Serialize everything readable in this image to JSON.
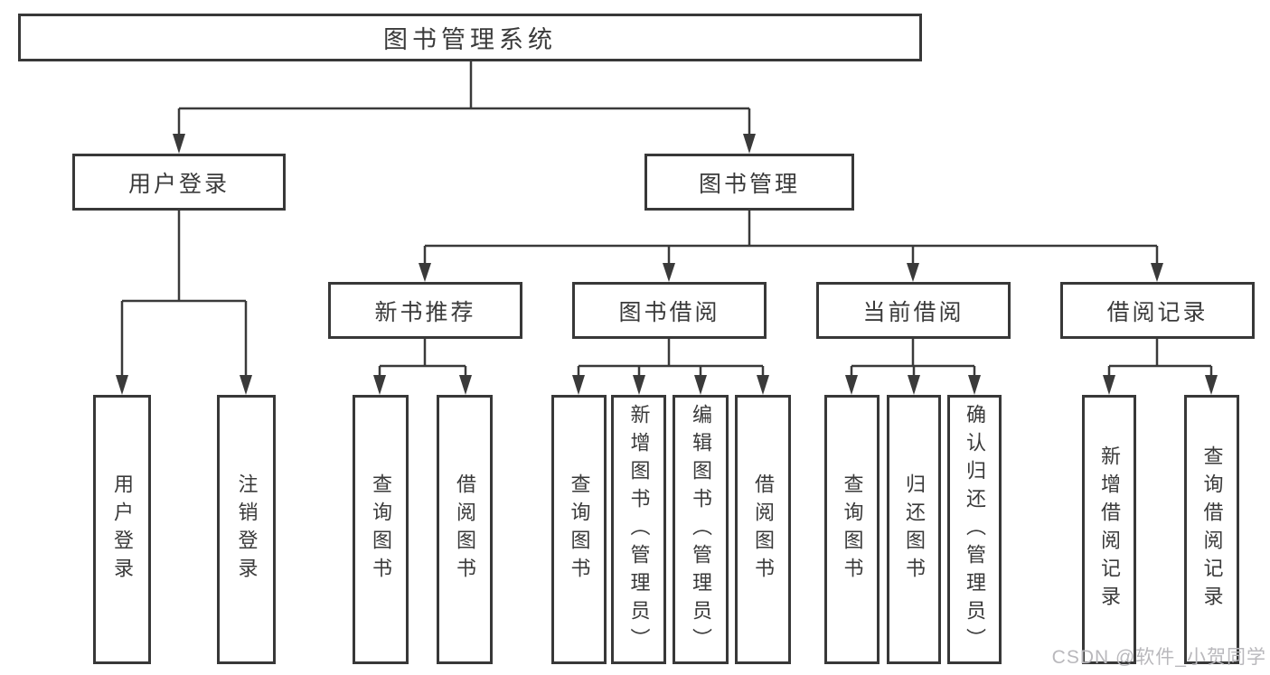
{
  "diagram": {
    "root": {
      "label": "图书管理系统"
    },
    "branches": [
      {
        "label": "用户登录",
        "children": [
          {
            "label": "用户登录"
          },
          {
            "label": "注销登录"
          }
        ]
      },
      {
        "label": "图书管理",
        "children": [
          {
            "label": "新书推荐",
            "children": [
              {
                "label": "查询图书"
              },
              {
                "label": "借阅图书"
              }
            ]
          },
          {
            "label": "图书借阅",
            "children": [
              {
                "label": "查询图书"
              },
              {
                "label": "新增图书（管理员）"
              },
              {
                "label": "编辑图书（管理员）"
              },
              {
                "label": "借阅图书"
              }
            ]
          },
          {
            "label": "当前借阅",
            "children": [
              {
                "label": "查询图书"
              },
              {
                "label": "归还图书"
              },
              {
                "label": "确认归还（管理员）"
              }
            ]
          },
          {
            "label": "借阅记录",
            "children": [
              {
                "label": "新增借阅记录"
              },
              {
                "label": "查询借阅记录"
              }
            ]
          }
        ]
      }
    ]
  },
  "watermark": {
    "text": "CSDN @软件_小贺同学"
  },
  "colors": {
    "line": "#3a3a3a",
    "border": "#383838",
    "box_bg": "#ffffff",
    "text": "#3a3a3a",
    "watermark": "#b9b8bc"
  }
}
